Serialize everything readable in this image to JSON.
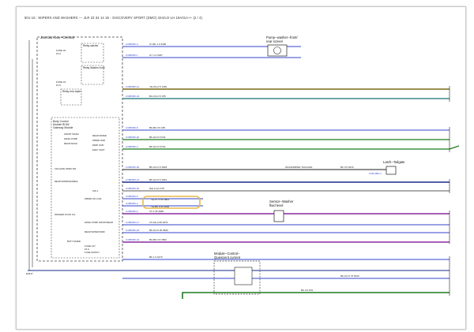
{
  "header": {
    "title": "501-16 : WIPERS AND WASHERS --- JLR 23 34 14 1E - DISCOVERY SPORT (DMO) 4X4/LO-LH 19A01A++",
    "page": "(2 / 4)"
  },
  "components": {
    "junction_box": "Junction box--Central",
    "pump_washer": [
      "Pump--washer--front/",
      "rear screen"
    ],
    "latch_tailgate": "Latch--Tailgate",
    "sensor_washer": [
      "Sensor--Washer",
      "fluid level"
    ],
    "module_control": [
      "Module--Control--",
      "Quiescent current"
    ]
  },
  "connectors": [
    "C1BP025-3",
    "C1BP025-1",
    "C1BP025-14",
    "C1BP025-43",
    "C1BP025-8",
    "C1BP025-20",
    "C1BP025-3",
    "C1BP025-25",
    "C1BP025-47",
    "C1BP025-32",
    "C1BP025-5",
    "C1BP025-4",
    "C1BP025-2",
    "C1BP025-17",
    "C1BP025-18",
    "C1BP025-44"
  ],
  "wires": {
    "w1": "GY-BL 1.0 3180",
    "w2": "GY 1.0 3187",
    "w3": "YE-OG 0.5 1481",
    "w4": "BU-OG 0.5 155",
    "w5": "BK-BU 0.5 185",
    "w6": "BK-GN 0.5 P31",
    "w7": "BK-GN 0.5 P31",
    "w8": "BK-OG 0.5 1818",
    "w9": "BK-GN 0.5 1663",
    "w10": "WH 0.13 1707",
    "w11": "YE-VT 0.35 1803",
    "w12": "YE-BK 0.35 1806",
    "w13": "VT 0.35 3668",
    "w14": "VT-GN 0.35 3673",
    "w15": "BK-GN 0.35 3509",
    "w16": "BU-BN 0.5 3506",
    "w17": "BK 1.0 1679",
    "w18": "BK-GN 0.75 6023",
    "w19": "BK 0.5 P31"
  },
  "labels": {
    "relay_washer": "Relay-washer",
    "relay_washer_front": "Relay-Washer-front",
    "relay_rear_wiper": "Relay-rear wiper",
    "bcm": [
      "Body Control",
      "Module BCM/",
      "Gateway Module"
    ],
    "fuse1": "FUSE 34",
    "fuse1_amp": "15 A",
    "fuse2": "FUSE 19",
    "fuse2_amp": "10 A",
    "fuse3": "FUSE 127",
    "fuse3_amp": "15 A",
    "ground": "E0447",
    "tailgate_text": "WASH/WIPER TAILGATE",
    "tailgate_wire": "BK 0.5 1819",
    "connector_latch": "C4PL1BA-1"
  },
  "pin_labels": [
    "FRONT WASH",
    "WASH PUMP",
    "REAR WASH",
    "REAR WIPER",
    "WIPER GND",
    "PARK GND",
    "ELEC CHKT",
    "TAILGATE OPEN SW",
    "REAR WIPER ENABLE",
    "IGN 1",
    "WIPER ON LOW",
    "WASHER FLUID LVL",
    "WASH PUMP FRONT/REAR",
    "REAR WIPER PARK",
    "BATT SAVER",
    "FUSE SUPPLY"
  ],
  "colors": {
    "blue_line": "#3344cc",
    "olive_line": "#7a6a1a",
    "teal_line": "#3e8a8a",
    "green_line": "#1f7a1f",
    "purple_line": "#8a2aa0",
    "navy_line": "#1a2a8a",
    "highlight": "#e8b84a",
    "dashed": "#444444"
  }
}
